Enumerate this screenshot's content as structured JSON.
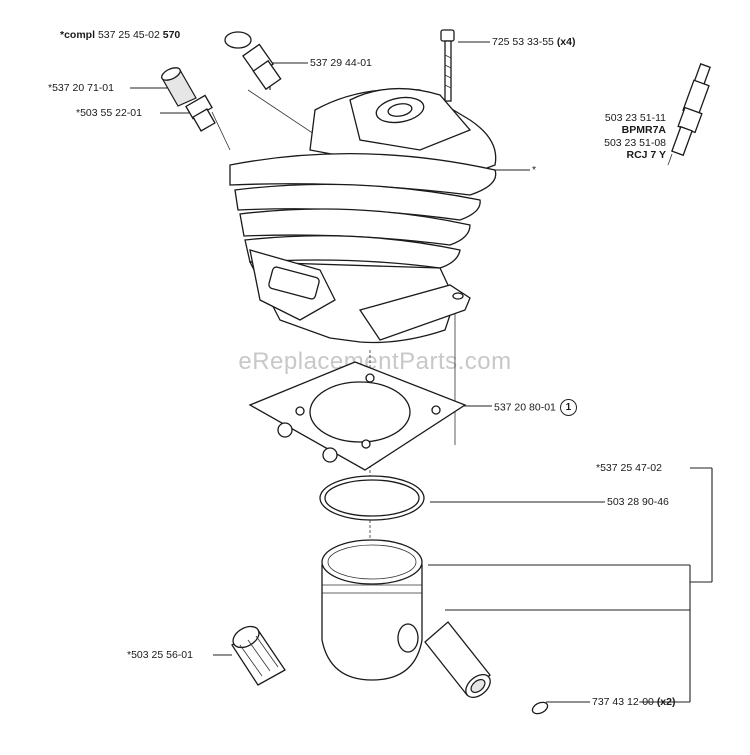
{
  "assembly_label": {
    "prefix": "*compl",
    "number": "537 25 45-02",
    "suffix": "570"
  },
  "watermark": "eReplacementParts.com",
  "parts": {
    "head_bolt": {
      "number": "725 53 33-55",
      "qty": "(x4)"
    },
    "decomp_valve": {
      "number": "537 29 44-01"
    },
    "plug_cap": {
      "number": "*537 20 71-01"
    },
    "plug_fitting": {
      "number": "*503 55 22-01"
    },
    "spark_plug_1": {
      "number": "503 23 51-11",
      "type": "BPMR7A"
    },
    "spark_plug_2": {
      "number": "503 23 51-08",
      "type": "RCJ 7 Y"
    },
    "cylinder_star": {
      "number": "*"
    },
    "gasket": {
      "number": "537 20 80-01",
      "badge": "1"
    },
    "piston_kit": {
      "number": "*537 25 47-02"
    },
    "piston_ring": {
      "number": "503 28 90-46"
    },
    "needle_bearing": {
      "number": "*503 25 56-01"
    },
    "circlip": {
      "number": "737 43 12-00",
      "qty": "(x2)"
    }
  }
}
